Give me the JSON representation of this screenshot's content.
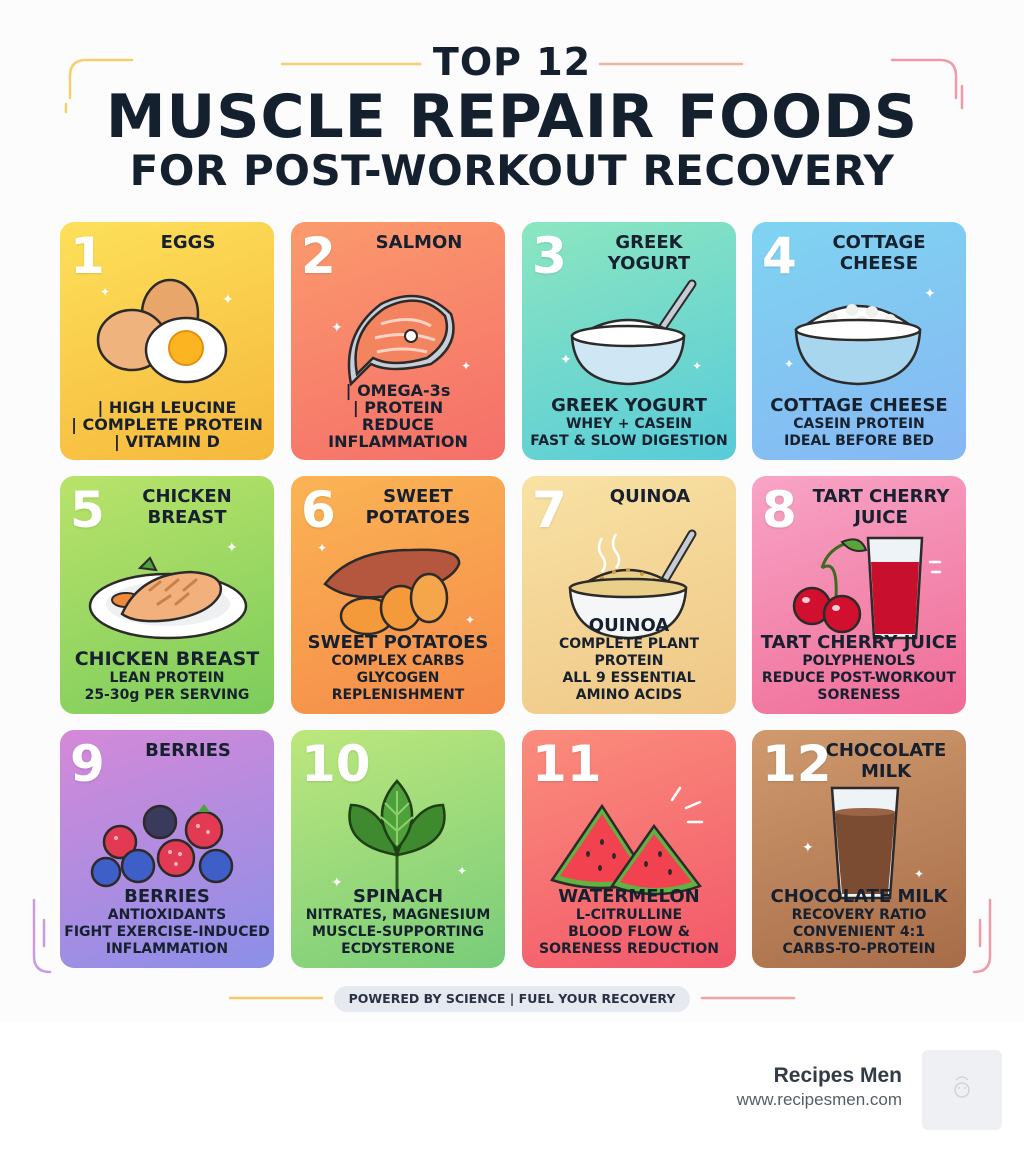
{
  "header": {
    "top": "TOP 12",
    "main": "MUSCLE  REPAIR FOODS",
    "sub": "FOR POST-WORKOUT RECOVERY"
  },
  "cards": [
    {
      "num": "1",
      "name": "EGGS",
      "lines": [
        "| HIGH LEUCINE",
        "| COMPLETE PROTEIN",
        "| VITAMIN D"
      ],
      "icon": "eggs-icon",
      "gradient": [
        "#fde05a",
        "#f6b83c"
      ]
    },
    {
      "num": "2",
      "name": "SALMON",
      "lines": [
        "| OMEGA-3s",
        "| PROTEIN",
        "REDUCE INFLAMMATION"
      ],
      "icon": "salmon-icon",
      "gradient": [
        "#fb9a6c",
        "#f56f6a"
      ]
    },
    {
      "num": "3",
      "name": "GREEK YOGURT",
      "main": "GREEK YOGURT",
      "lines": [
        "WHEY + CASEIN",
        "FAST & SLOW DIGESTION"
      ],
      "icon": "yogurt-bowl-icon",
      "gradient": [
        "#8ce6c0",
        "#58cbd9"
      ]
    },
    {
      "num": "4",
      "name": "COTTAGE CHEESE",
      "main": "COTTAGE CHEESE",
      "lines": [
        "CASEIN PROTEIN",
        "IDEAL BEFORE BED"
      ],
      "icon": "cottage-cheese-bowl-icon",
      "gradient": [
        "#7fd4f2",
        "#86b7f3"
      ]
    },
    {
      "num": "5",
      "name": "CHICKEN BREAST",
      "main": "CHICKEN BREAST",
      "lines": [
        "LEAN PROTEIN",
        "25-30g PER SERVING"
      ],
      "icon": "chicken-breast-icon",
      "gradient": [
        "#b9e36a",
        "#7ccc5c"
      ]
    },
    {
      "num": "6",
      "name": "SWEET POTATOES",
      "main": "SWEET POTATOES",
      "lines": [
        "COMPLEX CARBS",
        "GLYCOGEN",
        "REPLENISHMENT"
      ],
      "icon": "sweet-potato-icon",
      "gradient": [
        "#fbb454",
        "#f58a4a"
      ]
    },
    {
      "num": "7",
      "name": "QUINOA",
      "main": "QUINOA",
      "lines": [
        "COMPLETE PLANT PROTEIN",
        "ALL 9 ESSENTIAL",
        "AMINO ACIDS"
      ],
      "icon": "quinoa-bowl-icon",
      "gradient": [
        "#f8e2a4",
        "#efc787"
      ]
    },
    {
      "num": "8",
      "name": "TART CHERRY JUICE",
      "main": "TART CHERRY JUICE",
      "lines": [
        "POLYPHENOLS",
        "REDUCE POST-WORKOUT",
        "SORENESS"
      ],
      "icon": "cherry-juice-icon",
      "gradient": [
        "#f8a4c6",
        "#ef6c96"
      ]
    },
    {
      "num": "9",
      "name": "BERRIES",
      "main": "BERRIES",
      "lines": [
        "ANTIOXIDANTS",
        "FIGHT EXERCISE-INDUCED",
        "INFLAMMATION"
      ],
      "icon": "berries-icon",
      "gradient": [
        "#d589d8",
        "#8b8fe8"
      ]
    },
    {
      "num": "10",
      "name": "",
      "main": "SPINACH",
      "lines": [
        "NITRATES, MAGNESIUM",
        "MUSCLE-SUPPORTING",
        "ECDYSTERONE"
      ],
      "icon": "spinach-icon",
      "gradient": [
        "#bde77c",
        "#78cc7a"
      ]
    },
    {
      "num": "11",
      "name": "",
      "main": "WATERMELON",
      "lines": [
        "L-CITRULLINE",
        "BLOOD FLOW &",
        "SORENESS REDUCTION"
      ],
      "icon": "watermelon-icon",
      "gradient": [
        "#fb8d7c",
        "#f2586a"
      ]
    },
    {
      "num": "12",
      "name": "CHOCOLATE MILK",
      "main": "CHOCOLATE MILK",
      "lines": [
        "RECOVERY RATIO",
        "CONVENIENT 4:1",
        "CARBS-TO-PROTEIN"
      ],
      "icon": "chocolate-milk-icon",
      "gradient": [
        "#d09a6e",
        "#a66c48"
      ]
    }
  ],
  "footer": "POWERED BY SCIENCE | FUEL YOUR RECOVERY",
  "brand": {
    "name": "Recipes Men",
    "url": "www.recipesmen.com"
  }
}
